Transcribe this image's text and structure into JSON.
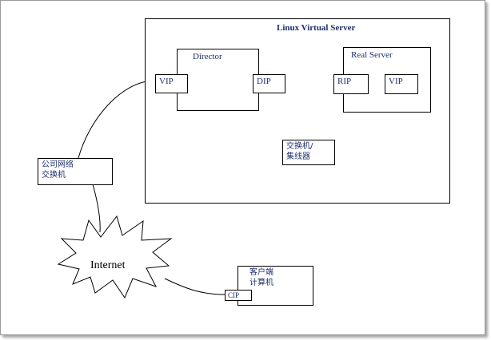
{
  "lvs": {
    "title": "Linux Virtual Server"
  },
  "director": {
    "label": "Director",
    "vip": "VIP",
    "dip": "DIP"
  },
  "real_server": {
    "label": "Real Server",
    "rip": "RIP",
    "vip": "VIP"
  },
  "switch": {
    "line1": "交换机/",
    "line2": "集线器"
  },
  "company_switch": {
    "line1": "公司网络",
    "line2": "交换机"
  },
  "internet": {
    "label": "Internet"
  },
  "client": {
    "line1": "客户端",
    "line2": "计算机",
    "cip": "CIP"
  }
}
